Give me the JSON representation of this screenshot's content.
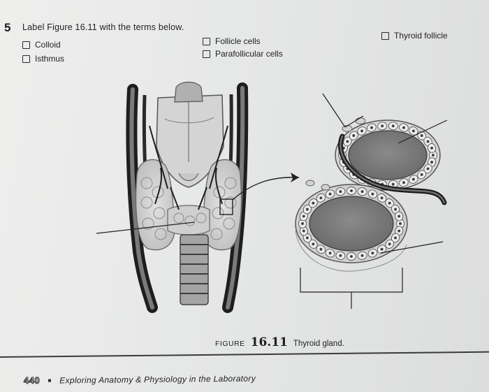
{
  "question": {
    "number": "5",
    "prompt": "Label Figure 16.11 with the terms below."
  },
  "terms": [
    {
      "label": "Colloid"
    },
    {
      "label": "Isthmus"
    },
    {
      "label": "Follicle cells"
    },
    {
      "label": "Parafollicular cells"
    },
    {
      "label": "Thyroid follicle"
    }
  ],
  "figure": {
    "label": "FIGURE",
    "number": "16.11",
    "title": "Thyroid gland."
  },
  "footer": {
    "page_number": "440",
    "book_title": "Exploring Anatomy & Physiology in the Laboratory"
  }
}
